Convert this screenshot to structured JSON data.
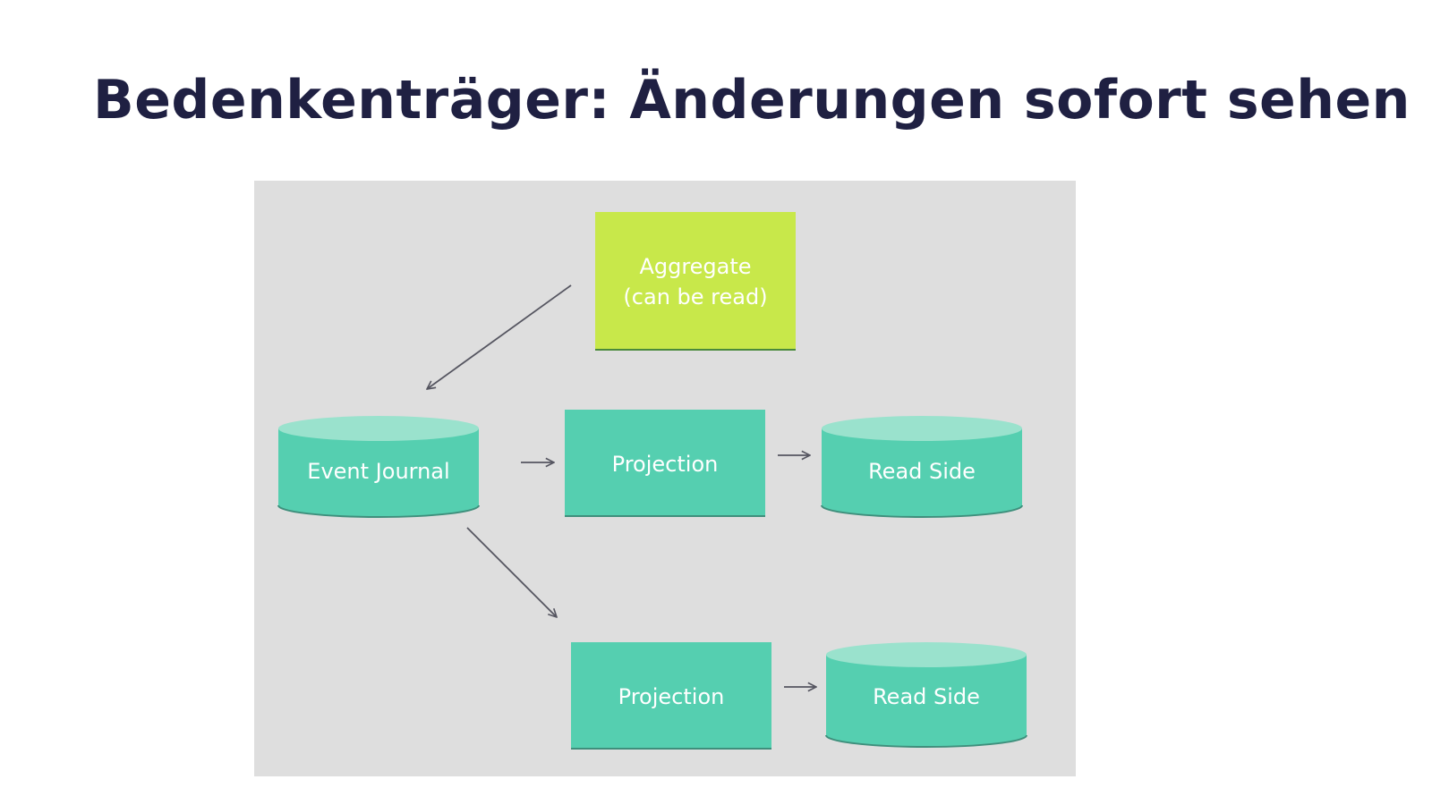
{
  "slide": {
    "title": "Bedenkenträger: Änderungen sofort sehen"
  },
  "diagram": {
    "aggregate": {
      "line1": "Aggregate",
      "line2": "(can be read)"
    },
    "event_journal": {
      "label": "Event Journal"
    },
    "projection_top": {
      "label": "Projection"
    },
    "read_side_top": {
      "label": "Read Side"
    },
    "projection_bottom": {
      "label": "Projection"
    },
    "read_side_bottom": {
      "label": "Read Side"
    }
  },
  "colors": {
    "title_text": "#1f2042",
    "canvas_bg": "#dedede",
    "aggregate_fill": "#c8e84a",
    "node_fill": "#55cfb0",
    "cylinder_top": "#9ae2cd",
    "arrow": "#555560"
  }
}
